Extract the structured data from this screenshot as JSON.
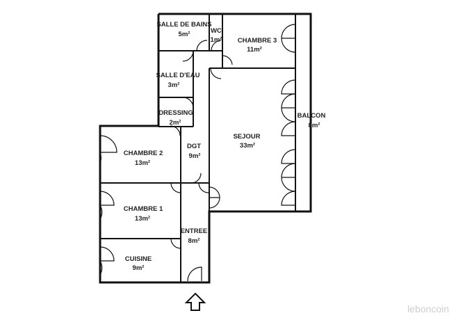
{
  "rooms": {
    "salle_de_bains": {
      "name": "SALLE DE BAINS",
      "area": "5m²"
    },
    "wc": {
      "name": "WC",
      "area": "1m²"
    },
    "chambre3": {
      "name": "CHAMBRE 3",
      "area": "11m²"
    },
    "salle_deau": {
      "name": "SALLE D'EAU",
      "area": "3m²"
    },
    "dressing": {
      "name": "DRESSING",
      "area": "2m²"
    },
    "balcon": {
      "name": "BALCON",
      "area": "8m²"
    },
    "sejour": {
      "name": "SEJOUR",
      "area": "33m²"
    },
    "dgt": {
      "name": "DGT",
      "area": "9m²"
    },
    "chambre2": {
      "name": "CHAMBRE 2",
      "area": "13m²"
    },
    "chambre1": {
      "name": "CHAMBRE 1",
      "area": "13m²"
    },
    "entree": {
      "name": "ENTREE",
      "area": "8m²"
    },
    "cuisine": {
      "name": "CUISINE",
      "area": "9m²"
    }
  },
  "entrance_icon": "up-arrow-icon",
  "watermark": "leboncoin",
  "colors": {
    "walls": "#111111",
    "background": "#ffffff"
  }
}
